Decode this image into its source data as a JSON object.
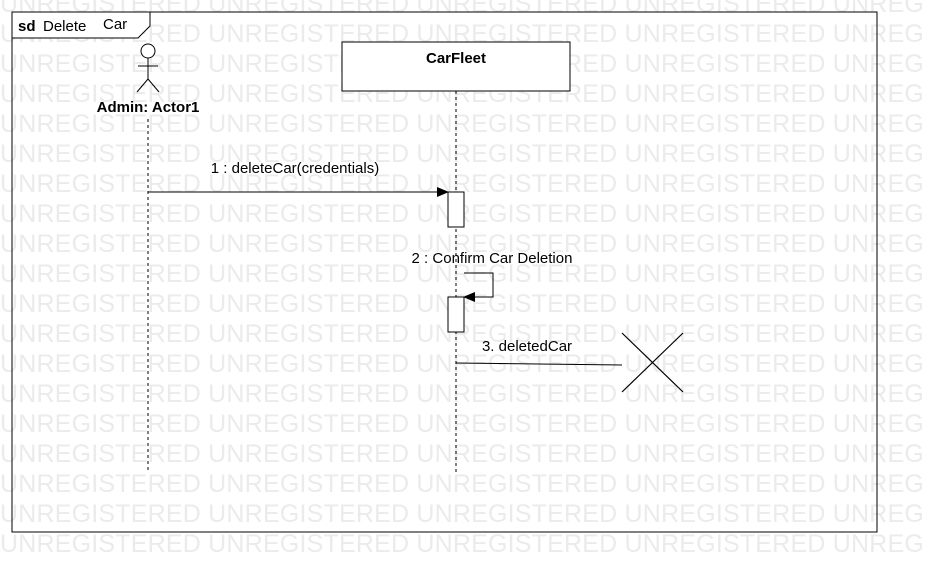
{
  "frame": {
    "keyword": "sd",
    "name_part1": "Delete",
    "name_part2": "Car"
  },
  "watermark": {
    "text": "UNREGISTERED"
  },
  "actor": {
    "label": "Admin: Actor1",
    "icon": "stick-figure-icon"
  },
  "lifeline": {
    "label": "CarFleet"
  },
  "messages": [
    {
      "label": "1 : deleteCar(credentials)",
      "kind": "synchronous"
    },
    {
      "label": "2 : Confirm Car Deletion",
      "kind": "self"
    },
    {
      "label": "3. deletedCar",
      "kind": "found"
    }
  ],
  "destruction": {
    "icon": "destroy-x-icon"
  },
  "colors": {
    "line": "#000000",
    "watermark": "#ebebeb",
    "background": "#ffffff"
  }
}
